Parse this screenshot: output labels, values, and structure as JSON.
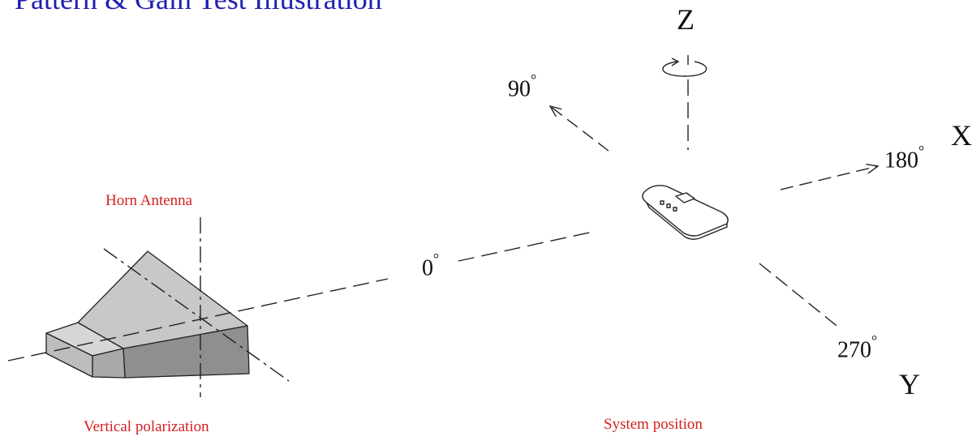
{
  "title": "Pattern & Gain Test Illustration",
  "labels": {
    "horn_antenna": "Horn Antenna",
    "vertical_polarization": "Vertical polarization",
    "system_position": "System position"
  },
  "axes": {
    "z": "Z",
    "x": "X",
    "y": "Y"
  },
  "angles": {
    "a0": "0",
    "a90": "90",
    "a180": "180",
    "a270": "270",
    "degree_symbol": "°"
  },
  "colors": {
    "title": "#1f1fb0",
    "label_red": "#d42020",
    "horn_light": "#c9c9c9",
    "horn_mid": "#a9a9a9",
    "horn_dark": "#8c8c8c"
  }
}
